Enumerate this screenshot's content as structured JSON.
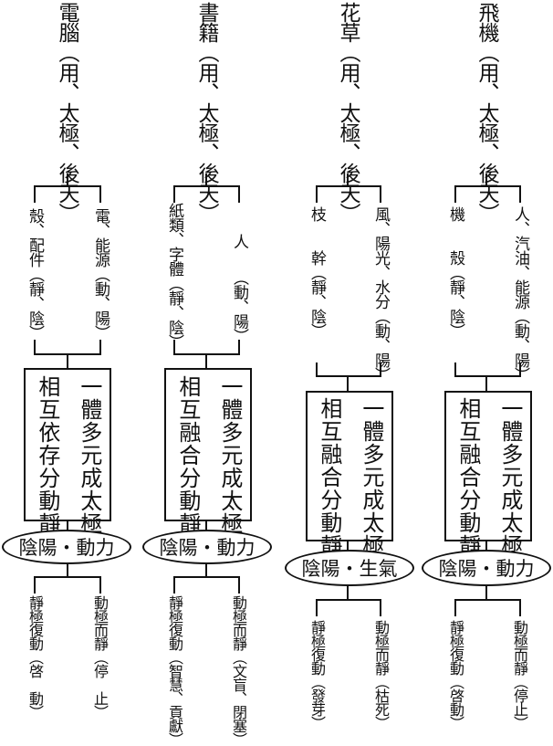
{
  "columns": [
    {
      "title": "電腦（用、太極、後天）",
      "left_leaf": "殼、配件（靜、陰）",
      "right_leaf": "電、能源（動、陽）",
      "box_left": "相互依存分動靜",
      "box_right": "一體多元成太極",
      "ellipse": "陰陽・動力",
      "bottom_left": "靜極復動（啓　動）",
      "bottom_right": "動極而靜（停　止）"
    },
    {
      "title": "書籍（用、太極、後天）",
      "left_leaf": "紙類、字體（靜、陰）",
      "right_leaf": "人　　（動、陽）",
      "box_left": "相互融合分動靜",
      "box_right": "一體多元成太極",
      "ellipse": "陰陽・動力",
      "bottom_left": "靜極復動（智慧、貢獻）",
      "bottom_right": "動極而靜（文盲、閉塞）"
    },
    {
      "title": "花草（用、太極、後天）",
      "left_leaf": "枝　　幹（靜、陰）",
      "right_leaf": "風、陽光、水分（動、陽）",
      "box_left": "相互融合分動靜",
      "box_right": "一體多元成太極",
      "ellipse": "陰陽・生氣",
      "bottom_left": "靜極復動（發芽）",
      "bottom_right": "動極而靜（枯死）"
    },
    {
      "title": "飛機（用、太極、後天）",
      "left_leaf": "機　　殼（靜、陰）",
      "right_leaf": "人、汽油、能源（動、陽）",
      "box_left": "相互融合分動靜",
      "box_right": "一體多元成太極",
      "ellipse": "陰陽・動力",
      "bottom_left": "靜極復動（啓動）",
      "bottom_right": "動極而靜（停止）"
    }
  ]
}
